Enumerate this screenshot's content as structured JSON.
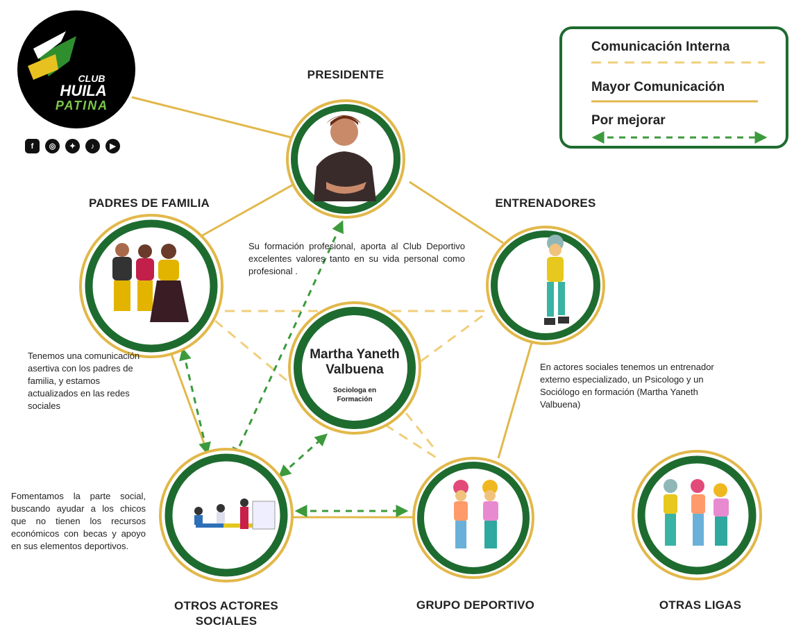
{
  "logo": {
    "line1": "CLUB",
    "line2": "HUILA",
    "line3": "PATINA"
  },
  "social_icons": [
    "facebook-icon",
    "instagram-icon",
    "twitter-icon",
    "tiktok-icon",
    "youtube-icon"
  ],
  "legend": {
    "internal": "Comunicación Interna",
    "major": "Mayor Comunicación",
    "improve": "Por mejorar"
  },
  "nodes": {
    "presidente": {
      "title": "PRESIDENTE",
      "description": "Su formación profesional, aporta al Club Deportivo excelentes valores tanto en su vida personal como profesional ."
    },
    "padres": {
      "title": "PADRES DE FAMILIA",
      "description": "Tenemos una comunicación asertiva con los padres de familia, y estamos actualizados en las redes sociales"
    },
    "entrenadores": {
      "title": "ENTRENADORES",
      "description": "En actores sociales tenemos un entrenador externo especializado, un Psicologo y un Sociólogo en formación (Martha Yaneth Valbuena)"
    },
    "center": {
      "name": "Martha Yaneth Valbuena",
      "role": "Sociologa en Formación"
    },
    "otros_actores": {
      "title_line1": "OTROS ACTORES",
      "title_line2": "SOCIALES",
      "description": "Fomentamos la parte social, buscando ayudar a los chicos que no tienen los recursos económicos con becas y apoyo en sus elementos deportivos."
    },
    "grupo": {
      "title": "GRUPO DEPORTIVO"
    },
    "otras_ligas": {
      "title": "OTRAS LIGAS"
    }
  },
  "colors": {
    "green": "#1e6b30",
    "gold": "#e2b84a",
    "gold_dash": "#f0cf7a",
    "arrow_green": "#3c9a3c"
  }
}
